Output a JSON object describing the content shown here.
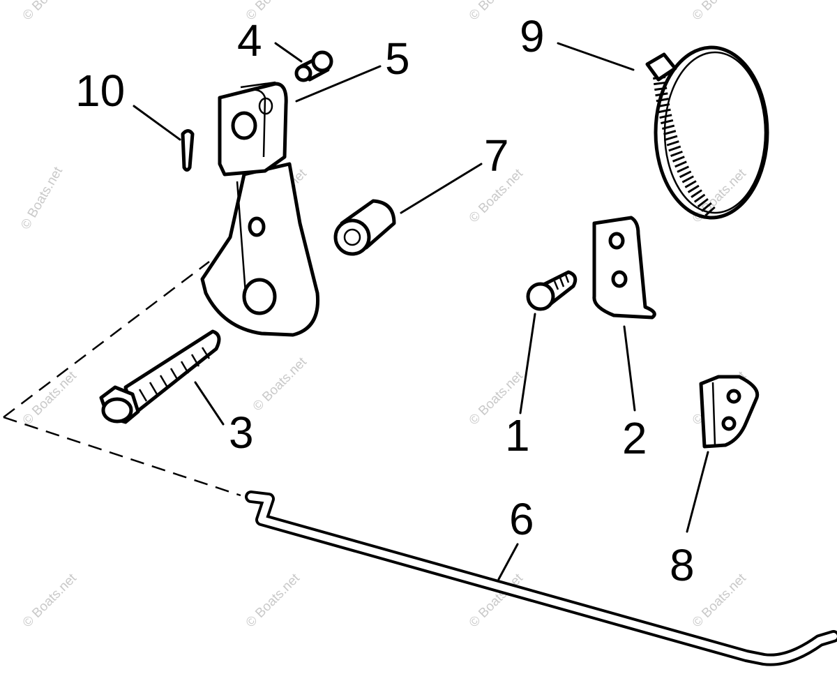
{
  "diagram": {
    "callouts": [
      "1",
      "2",
      "3",
      "4",
      "5",
      "6",
      "7",
      "8",
      "9",
      "10"
    ],
    "watermark": "© Boats.net"
  }
}
